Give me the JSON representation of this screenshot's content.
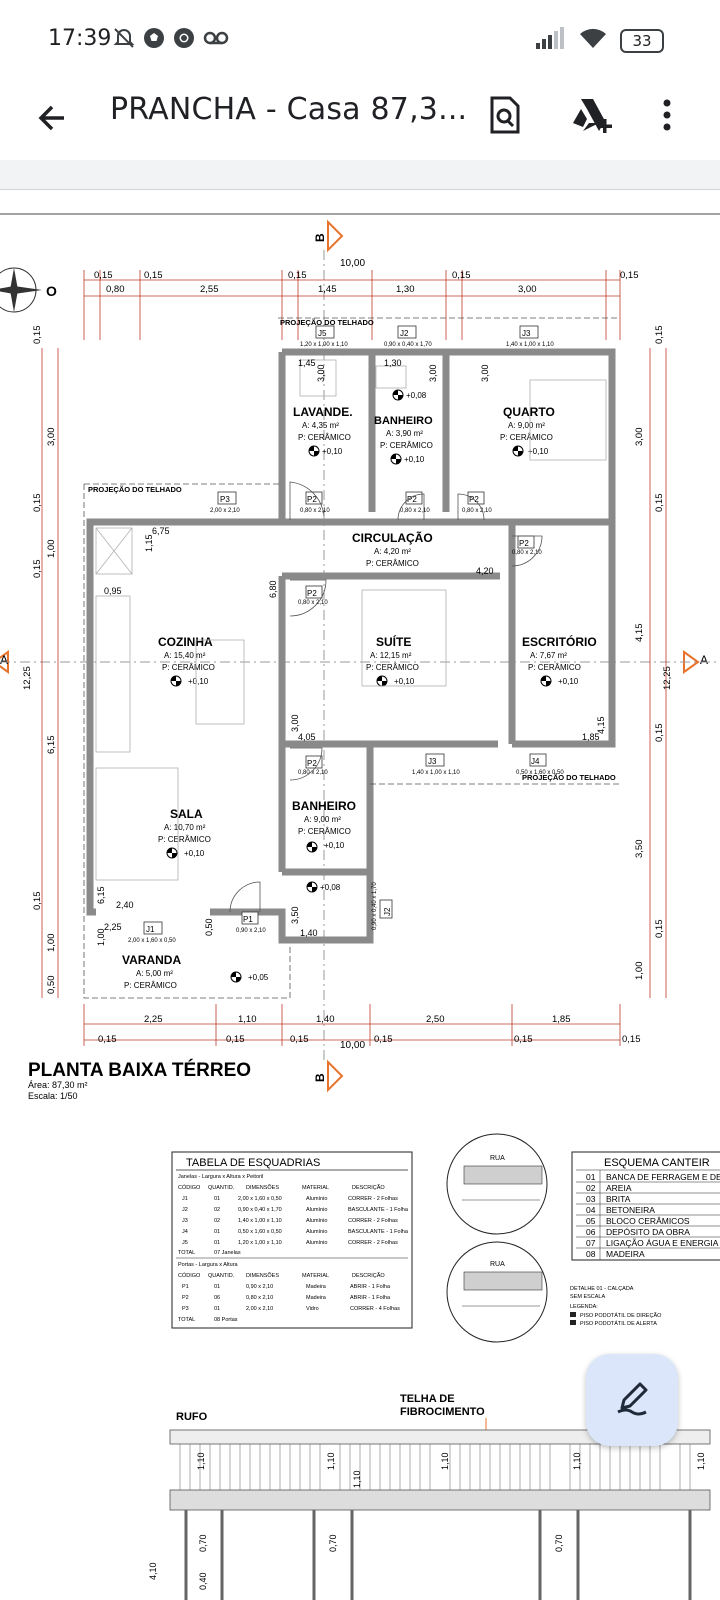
{
  "status_bar": {
    "time": "17:39",
    "battery": "33",
    "icons": [
      "do-not-disturb-icon",
      "soccer-ball-icon",
      "chrome-icon",
      "voicemail-icon",
      "signal-icon",
      "wifi-icon",
      "battery-icon"
    ]
  },
  "app_bar": {
    "title": "PRANCHA - Casa 87,3...",
    "icons": [
      "back-arrow-icon",
      "search-document-icon",
      "drive-add-icon",
      "more-vert-icon"
    ]
  },
  "plan": {
    "title": "PLANTA BAIXA TÉRREO",
    "area": "Área: 87,30 m²",
    "scale": "Escala: 1/50",
    "section_marker": "B",
    "section_marker_side": "A",
    "overall_width": "10,00",
    "overall_height": "12,25",
    "roof_projection": "PROJEÇÃO DO TELHADO",
    "top_dims_row1": [
      "0,15",
      "0,15",
      "0,15",
      "0,15",
      "0,15"
    ],
    "top_dims_row2": [
      "0,80",
      "2,55",
      "1,45",
      "1,30",
      "3,00"
    ],
    "bottom_dims_row1": [
      "2,25",
      "1,10",
      "1,40",
      "2,50",
      "1,85"
    ],
    "bottom_dims_row2": [
      "0,15",
      "0,15",
      "0,15",
      "0,15",
      "0,15",
      "0,15"
    ],
    "left_dims": [
      "0,15",
      "3,00",
      "0,15",
      "1,00",
      "0,15",
      "6,15",
      "0,15",
      "1,00",
      "0,50"
    ],
    "right_dims": [
      "0,15",
      "3,00",
      "0,15",
      "4,15",
      "0,15",
      "3,50",
      "0,15",
      "1,00"
    ],
    "rooms": [
      {
        "name": "LAVANDE.",
        "area": "A: 4,35 m²",
        "floor": "P: CERÂMICO",
        "level": "+0,10"
      },
      {
        "name": "BANHEIRO",
        "area": "A: 3,90 m²",
        "floor": "P: CERÂMICO",
        "level": "+0,10"
      },
      {
        "name": "QUARTO",
        "area": "A: 9,00 m²",
        "floor": "P: CERÂMICO",
        "level": "+0,10"
      },
      {
        "name": "CIRCULAÇÃO",
        "area": "A: 4,20 m²",
        "floor": "P: CERÂMICO",
        "level": ""
      },
      {
        "name": "COZINHA",
        "area": "A: 15,40 m²",
        "floor": "P: CERÂMICO",
        "level": "+0,10"
      },
      {
        "name": "SUÍTE",
        "area": "A: 12,15 m²",
        "floor": "P: CERÂMICO",
        "level": "+0,10"
      },
      {
        "name": "ESCRITÓRIO",
        "area": "A: 7,67 m²",
        "floor": "P: CERÂMICO",
        "level": "+0,10"
      },
      {
        "name": "BANHEIRO",
        "area": "A: 9,00 m²",
        "floor": "P: CERÂMICO",
        "level": "+0,10"
      },
      {
        "name": "SALA",
        "area": "A: 10,70 m²",
        "floor": "P: CERÂMICO",
        "level": "+0,10"
      },
      {
        "name": "VARANDA",
        "area": "A: 5,00 m²",
        "floor": "P: CERÂMICO",
        "level": "+0,05"
      }
    ],
    "extra_levels": [
      "+0,08",
      "+0,08"
    ],
    "openings": [
      {
        "code": "J5",
        "dims": "1,20 x 1,00 x 1,10"
      },
      {
        "code": "J2",
        "dims": "0,90 x 0,40 x 1,70"
      },
      {
        "code": "J3",
        "dims": "1,40 x 1,00 x 1,10"
      },
      {
        "code": "P3",
        "dims": "2,00 x 2,10"
      },
      {
        "code": "P2",
        "dims": "0,80 x 2,10"
      },
      {
        "code": "P2",
        "dims": "0,80 x 2,10"
      },
      {
        "code": "P2",
        "dims": "0,80 x 2,10"
      },
      {
        "code": "P2",
        "dims": "0,80 x 2,10"
      },
      {
        "code": "P2",
        "dims": "0,80 x 2,10"
      },
      {
        "code": "J3",
        "dims": "1,40 x 1,00 x 1,10"
      },
      {
        "code": "J4",
        "dims": "0,50 x 1,60 x 0,50"
      },
      {
        "code": "P2",
        "dims": "0,80 x 2,10"
      },
      {
        "code": "P1",
        "dims": "0,90 x 2,10"
      },
      {
        "code": "J1",
        "dims": "2,00 x 1,60 x 0,50"
      },
      {
        "code": "J2",
        "dims": "0,90 x 0,40 x 1,70"
      }
    ],
    "inner_dims": [
      "1,45",
      "1,30",
      "3,00",
      "3,00",
      "3,00",
      "6,75",
      "1,15",
      "0,95",
      "6,80",
      "4,20",
      "4,05",
      "3,00",
      "4,15",
      "1,85",
      "2,40",
      "6,15",
      "2,25",
      "1,00",
      "0,50",
      "3,50",
      "1,40"
    ]
  },
  "tabela_esquadrias": {
    "title": "TABELA DE ESQUADRIAS",
    "janelas_caption": "Janelas - Largura x Altura x Peitoril",
    "portas_caption": "Portas - Largura x Altura",
    "headers": [
      "CÓDIGO",
      "QUANTID.",
      "DIMENSÕES",
      "MATERIAL",
      "DESCRIÇÃO"
    ],
    "janelas": [
      [
        "J1",
        "01",
        "2,00 x 1,60 x 0,50",
        "Alumínio",
        "CORRER - 2 Folhas"
      ],
      [
        "J2",
        "02",
        "0,90 x 0,40 x 1,70",
        "Alumínio",
        "BASCULANTE - 1 Folha"
      ],
      [
        "J3",
        "02",
        "1,40 x 1,00 x 1,10",
        "Alumínio",
        "CORRER - 2 Folhas"
      ],
      [
        "J4",
        "01",
        "0,50 x 1,60 x 0,50",
        "Alumínio",
        "BASCULANTE - 1 Folha"
      ],
      [
        "J5",
        "01",
        "1,20 x 1,00 x 1,10",
        "Alumínio",
        "CORRER - 2 Folhas"
      ]
    ],
    "janelas_total": [
      "TOTAL",
      "07 Janelas"
    ],
    "portas": [
      [
        "P1",
        "01",
        "0,90 x 2,10",
        "Madeira",
        "ABRIR - 1 Folha"
      ],
      [
        "P2",
        "06",
        "0,80 x 2,10",
        "Madeira",
        "ABRIR - 1 Folha"
      ],
      [
        "P3",
        "01",
        "2,00 x 2,10",
        "Vidro",
        "CORRER - 4 Folhas"
      ]
    ],
    "portas_total": [
      "TOTAL",
      "08 Portas"
    ]
  },
  "calcada": {
    "label_top": "RUA",
    "label_bottom": "RUA",
    "detail_title": "DETALHE 01 - CALÇADA",
    "detail_scale": "SEM ESCALA",
    "legend_title": "LEGENDA:",
    "legend_items": [
      "PISO PODOTÁTIL DE DIREÇÃO",
      "PISO PODOTÁTIL DE ALERTA"
    ]
  },
  "esquema_canteiro": {
    "title": "ESQUEMA CANTEIR",
    "rows": [
      [
        "01",
        "BANCA DE FERRAGEM E DEPÓ"
      ],
      [
        "02",
        "AREIA"
      ],
      [
        "03",
        "BRITA"
      ],
      [
        "04",
        "BETONEIRA"
      ],
      [
        "05",
        "BLOCO CERÂMICOS"
      ],
      [
        "06",
        "DEPÓSITO DA OBRA"
      ],
      [
        "07",
        "LIGAÇÃO ÁGUA E ENERGIA"
      ],
      [
        "08",
        "MADEIRA"
      ]
    ]
  },
  "roof": {
    "label_rufo": "RUFO",
    "label_telha_1": "TELHA DE",
    "label_telha_2": "FIBROCIMENTO",
    "dims": [
      "1,10",
      "1,10",
      "1,10",
      "1,10",
      "1,10",
      "1,10",
      "0,70",
      "0,70",
      "0,70",
      "4,10",
      "0,40"
    ]
  },
  "fab": {
    "icon": "edit-pen-icon"
  },
  "colors": {
    "accent_orange": "#e8732c",
    "wall_gray": "#8a8a8a",
    "dim_red": "#c0392b"
  }
}
